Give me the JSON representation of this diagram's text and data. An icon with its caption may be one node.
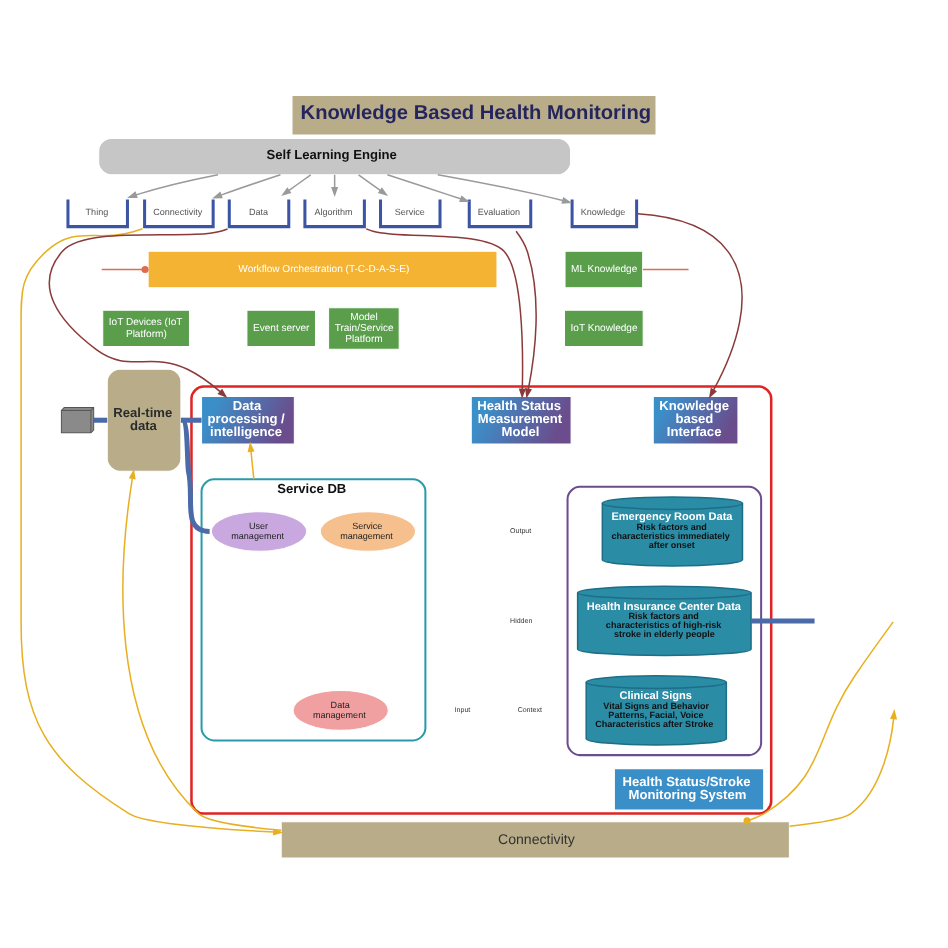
{
  "diagram": {
    "title": "Knowledge Based Health Monitoring",
    "nodes": [
      {
        "text": [
          "Self Learning Engine"
        ]
      },
      {
        "text": [
          "Thing"
        ]
      },
      {
        "text": [
          "Connectivity"
        ]
      },
      {
        "text": [
          "Data"
        ]
      },
      {
        "text": [
          "Algorithm"
        ]
      },
      {
        "text": [
          "Service"
        ]
      },
      {
        "text": [
          "Evaluation"
        ]
      },
      {
        "text": [
          "Knowledge"
        ]
      },
      {
        "text": [
          "Workflow Orchestration (T-C-D-A-S-E)"
        ]
      },
      {
        "text": [
          "ML Knowledge"
        ]
      },
      {
        "text": [
          "IoT Devices (IoT Platform)"
        ]
      },
      {
        "text": [
          "Event server"
        ]
      },
      {
        "text": [
          "Model Train/Service Platform"
        ]
      },
      {
        "text": [
          "IoT Knowledge"
        ]
      },
      {
        "text": [],
        "shape": "picture"
      },
      {
        "text": [
          "Real-time data"
        ]
      },
      {
        "text": [
          "Health Status/Stroke Monitoring System"
        ]
      },
      {
        "text": [
          "Data processing / intelligence"
        ],
        "in": 16
      },
      {
        "text": [
          "Health Status Measurement Model"
        ],
        "in": 16
      },
      {
        "text": [
          "Knowledge based Interface"
        ],
        "in": 16
      },
      {
        "text": [],
        "shape": "cylinder",
        "in": 16
      },
      {
        "text": [
          "Emergency Room Data",
          "Risk factors and characteristics immediately after onset"
        ],
        "in": 20
      },
      {
        "text": [
          "Health Insurance Center Data",
          "Risk factors and characteristics of high-risk stroke in elderly people"
        ],
        "in": 20
      },
      {
        "text": [
          "Clinical Signs",
          "Vital Signs and Behavior Patterns, Facial, Voice Characteristics after Stroke"
        ],
        "in": 20
      },
      {
        "text": [
          "Service DB"
        ],
        "in": 16
      },
      {
        "text": [
          "User management"
        ],
        "in": 24
      },
      {
        "text": [
          "Service management"
        ],
        "in": 24
      },
      {
        "text": [
          "Data management"
        ],
        "in": 24
      },
      {
        "text": [
          "Connectivity"
        ]
      }
    ],
    "edges": [
      {
        "from": 0,
        "to": 1,
        "arrow": "to"
      },
      {
        "from": 0,
        "to": 2,
        "arrow": "to"
      },
      {
        "from": 0,
        "to": 3,
        "arrow": "to"
      },
      {
        "from": 0,
        "to": 4,
        "arrow": "to"
      },
      {
        "from": 0,
        "to": 5,
        "arrow": "to"
      },
      {
        "from": 0,
        "to": 6,
        "arrow": "to"
      },
      {
        "from": 0,
        "to": 7,
        "arrow": "to"
      },
      {
        "from": 2,
        "to": 28,
        "arrow": "to",
        "color": "#e8b020"
      },
      {
        "from": 3,
        "to": 17,
        "arrow": "to",
        "color": "#8b3a3a"
      },
      {
        "from": 4,
        "to": 18,
        "arrow": "to",
        "color": "#8b3a3a"
      },
      {
        "from": 6,
        "to": 18,
        "arrow": "to",
        "color": "#8b3a3a"
      },
      {
        "from": 7,
        "to": 19,
        "arrow": "to",
        "color": "#8b3a3a"
      },
      {
        "from": null,
        "to": 8,
        "arrow": "other",
        "color": "#e06c50"
      },
      {
        "from": 9,
        "to": null,
        "arrow": "none",
        "color": "#e06c50"
      },
      {
        "from": 14,
        "to": 15,
        "arrow": "none",
        "style": "thick",
        "color": "#4a6aa8"
      },
      {
        "from": 15,
        "to": 17,
        "arrow": "none",
        "style": "thick",
        "color": "#4a6aa8"
      },
      {
        "from": 15,
        "to": 25,
        "arrow": "none",
        "style": "thick",
        "color": "#4a6aa8"
      },
      {
        "from": 24,
        "to": 17,
        "arrow": "to",
        "color": "#e8b020"
      },
      {
        "from": 22,
        "to": null,
        "arrow": "none",
        "style": "thick",
        "color": "#4a6aa8"
      },
      {
        "from": null,
        "to": 28,
        "arrow": "other",
        "color": "#e8b020"
      },
      {
        "from": 28,
        "to": 15,
        "arrow": "to",
        "color": "#e8b020"
      },
      {
        "from": 28,
        "to": null,
        "arrow": "to",
        "color": "#e8b020"
      }
    ],
    "labels": [
      "Output",
      "Hidden",
      "Context",
      "Input"
    ]
  }
}
